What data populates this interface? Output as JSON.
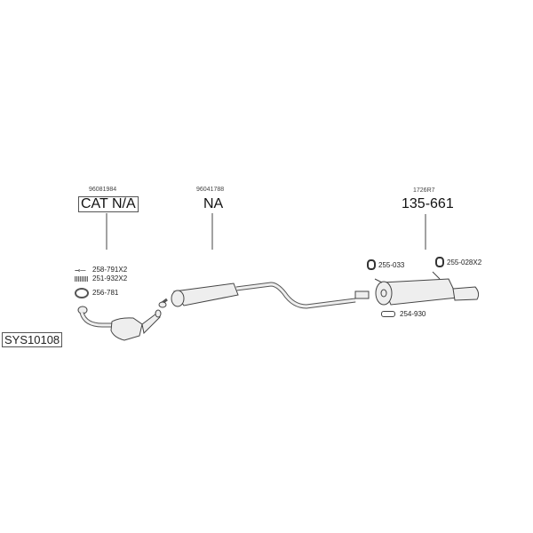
{
  "system_code": "SYS10108",
  "groups": [
    {
      "oe_number": "96081984",
      "part_number": "CAT N/A"
    },
    {
      "oe_number": "96041788",
      "part_number": "NA"
    },
    {
      "oe_number": "1726R7",
      "part_number": "135-661"
    }
  ],
  "accessories": [
    {
      "label": "258-791X2",
      "icon": "bolt-icon"
    },
    {
      "label": "251-932X2",
      "icon": "spring-icon"
    },
    {
      "label": "256-781",
      "icon": "gasket-ring-icon"
    },
    {
      "label": "255-033",
      "icon": "rubber-mount-icon"
    },
    {
      "label": "255-028X2",
      "icon": "rubber-mount-icon"
    },
    {
      "label": "254-930",
      "icon": "clamp-icon"
    }
  ]
}
